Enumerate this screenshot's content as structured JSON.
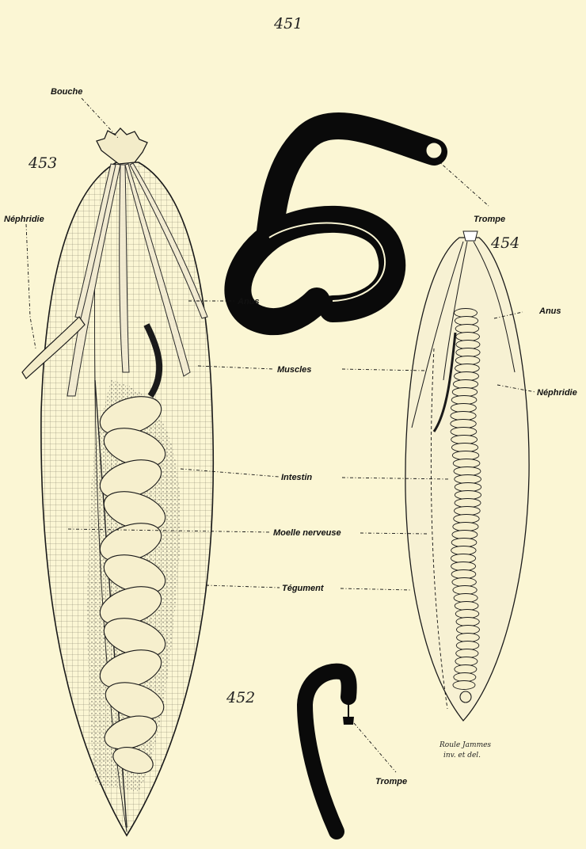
{
  "figure_numbers": {
    "f451": "451",
    "f452": "452",
    "f453": "453",
    "f454": "454"
  },
  "labels": {
    "bouche": "Bouche",
    "nephridie_left": "Néphridie",
    "anus_center": "Anus",
    "muscles": "Muscles",
    "intestin": "Intestin",
    "moelle": "Moelle nerveuse",
    "tegument": "Tégument",
    "anus_right": "Anus",
    "nephridie_right": "Néphridie",
    "trompe_top": "Trompe",
    "trompe_bottom": "Trompe"
  },
  "signature": {
    "line1": "Roule Jammes",
    "line2": "inv. et del."
  },
  "colors": {
    "paper": "#fbf6d4",
    "ink": "#111111"
  }
}
